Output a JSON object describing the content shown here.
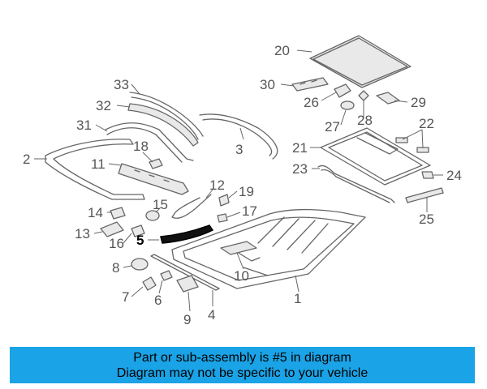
{
  "colors": {
    "banner_background": "#1aa3e6",
    "highlight": "#000000",
    "line_art": "#666666"
  },
  "diagram": {
    "highlighted_part": "5",
    "callouts": [
      "1",
      "2",
      "3",
      "4",
      "5",
      "6",
      "7",
      "8",
      "9",
      "10",
      "11",
      "12",
      "13",
      "14",
      "15",
      "16",
      "17",
      "18",
      "19",
      "20",
      "21",
      "22",
      "23",
      "24",
      "25",
      "26",
      "27",
      "28",
      "29",
      "30",
      "31",
      "32",
      "33"
    ]
  },
  "banner": {
    "line1": "Part or sub-assembly is #5 in diagram",
    "line2": "Diagram may not be specific to your vehicle"
  }
}
